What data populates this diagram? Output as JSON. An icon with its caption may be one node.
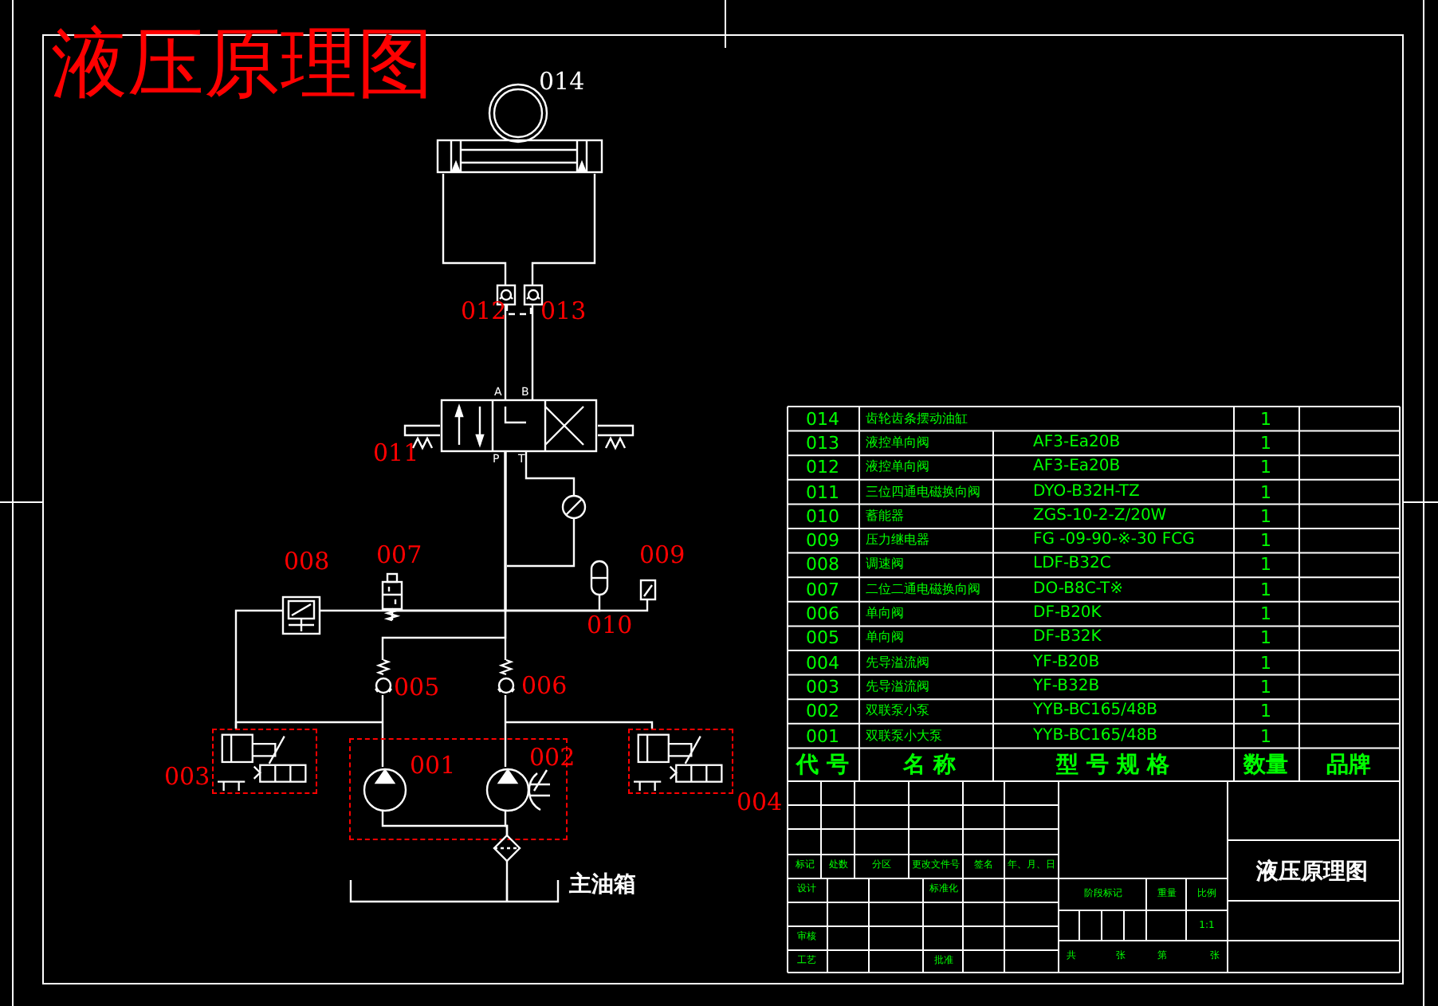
{
  "diagram": {
    "title": "液压原理图",
    "nodes": [
      {
        "text": [],
        "shape": "picture",
        "beside": [
          "014"
        ]
      },
      {
        "text": [],
        "shape": "picture",
        "beside": [
          "012"
        ]
      },
      {
        "text": [],
        "shape": "picture",
        "beside": [
          "013"
        ]
      },
      {
        "text": [],
        "shape": "picture",
        "beside": [
          "011",
          "A",
          "B",
          "P",
          "T"
        ]
      },
      {
        "text": [],
        "shape": "picture",
        "beside": [
          "008"
        ]
      },
      {
        "text": [],
        "shape": "picture",
        "beside": [
          "007"
        ]
      },
      {
        "text": [],
        "shape": "picture",
        "beside": [
          "009"
        ]
      },
      {
        "text": [],
        "shape": "picture",
        "beside": [
          "010"
        ]
      },
      {
        "text": [],
        "shape": "picture",
        "beside": [
          "005"
        ]
      },
      {
        "text": [],
        "shape": "picture",
        "beside": [
          "006"
        ]
      },
      {
        "text": [],
        "shape": "picture",
        "beside": [
          "003"
        ]
      },
      {
        "text": [],
        "shape": "picture",
        "beside": [
          "004"
        ]
      },
      {
        "text": [],
        "shape": "box"
      },
      {
        "text": [],
        "shape": "picture",
        "beside": [
          "001"
        ],
        "in": 12
      },
      {
        "text": [],
        "shape": "picture",
        "beside": [
          "002"
        ],
        "in": 12
      },
      {
        "text": [],
        "shape": "diamond"
      },
      {
        "text": [],
        "shape": "picture",
        "beside": [
          "主油箱"
        ]
      }
    ],
    "edges": [
      {
        "from": 0,
        "to": 1,
        "arrow": "none"
      },
      {
        "from": 0,
        "to": 2,
        "arrow": "none"
      },
      {
        "from": 1,
        "to": 3,
        "arrow": "none"
      },
      {
        "from": 2,
        "to": 3,
        "arrow": "none"
      },
      {
        "from": 3,
        "to": 9,
        "arrow": "none"
      },
      {
        "from": 8,
        "to": 3,
        "arrow": "none"
      },
      {
        "from": 4,
        "to": 3,
        "arrow": "none"
      },
      {
        "from": 5,
        "to": 3,
        "arrow": "none"
      },
      {
        "from": 7,
        "to": 3,
        "arrow": "none"
      },
      {
        "from": 6,
        "to": 3,
        "arrow": "none"
      },
      {
        "from": 4,
        "to": 10,
        "arrow": "none"
      },
      {
        "from": 13,
        "to": 8,
        "arrow": "none"
      },
      {
        "from": 14,
        "to": 9,
        "arrow": "none"
      },
      {
        "from": 8,
        "to": 10,
        "arrow": "none"
      },
      {
        "from": 9,
        "to": 11,
        "arrow": "none"
      },
      {
        "from": 13,
        "to": 15,
        "arrow": "none"
      },
      {
        "from": 14,
        "to": 15,
        "arrow": "none"
      },
      {
        "from": 15,
        "to": 16,
        "arrow": "none"
      },
      {
        "from": 1,
        "to": 2,
        "arrow": "none",
        "style": "dashed"
      }
    ],
    "labels": [
      "014",
      "齿轮齿条摆动油缸",
      "1",
      "013",
      "液控单向阀",
      "AF3-Ea20B",
      "1",
      "012",
      "液控单向阀",
      "AF3-Ea20B",
      "1",
      "011",
      "三位四通电磁换向阀",
      "DYO-B32H-TZ",
      "1",
      "010",
      "蓄能器",
      "ZGS-10-2-Z/20W",
      "1",
      "009",
      "压力继电器",
      "FG -09-90-※-30 FCG",
      "1",
      "008",
      "调速阀",
      "LDF-B32C",
      "1",
      "007",
      "二位二通电磁换向阀",
      "DO-B8C-T※",
      "1",
      "006",
      "单向阀",
      "DF-B20K",
      "1",
      "005",
      "单向阀",
      "DF-B32K",
      "1",
      "004",
      "先导溢流阀",
      "YF-B20B",
      "1",
      "003",
      "先导溢流阀",
      "YF-B32B",
      "1",
      "002",
      "双联泵小泵",
      "YYB-BC165/48B",
      "1",
      "001",
      "双联泵小大泵",
      "YYB-BC165/48B",
      "1",
      "代 号",
      "名 称",
      "型 号 规 格",
      "数量",
      "品牌",
      "标记",
      "处数",
      "分区",
      "更改文件号",
      "签名",
      "年、月、日",
      "液压原理图",
      "设计",
      "标准化",
      "阶段标记",
      "重量",
      "比例",
      "1:1",
      "审核",
      "共",
      "张",
      "第",
      "张",
      "工艺",
      "批准"
    ]
  }
}
